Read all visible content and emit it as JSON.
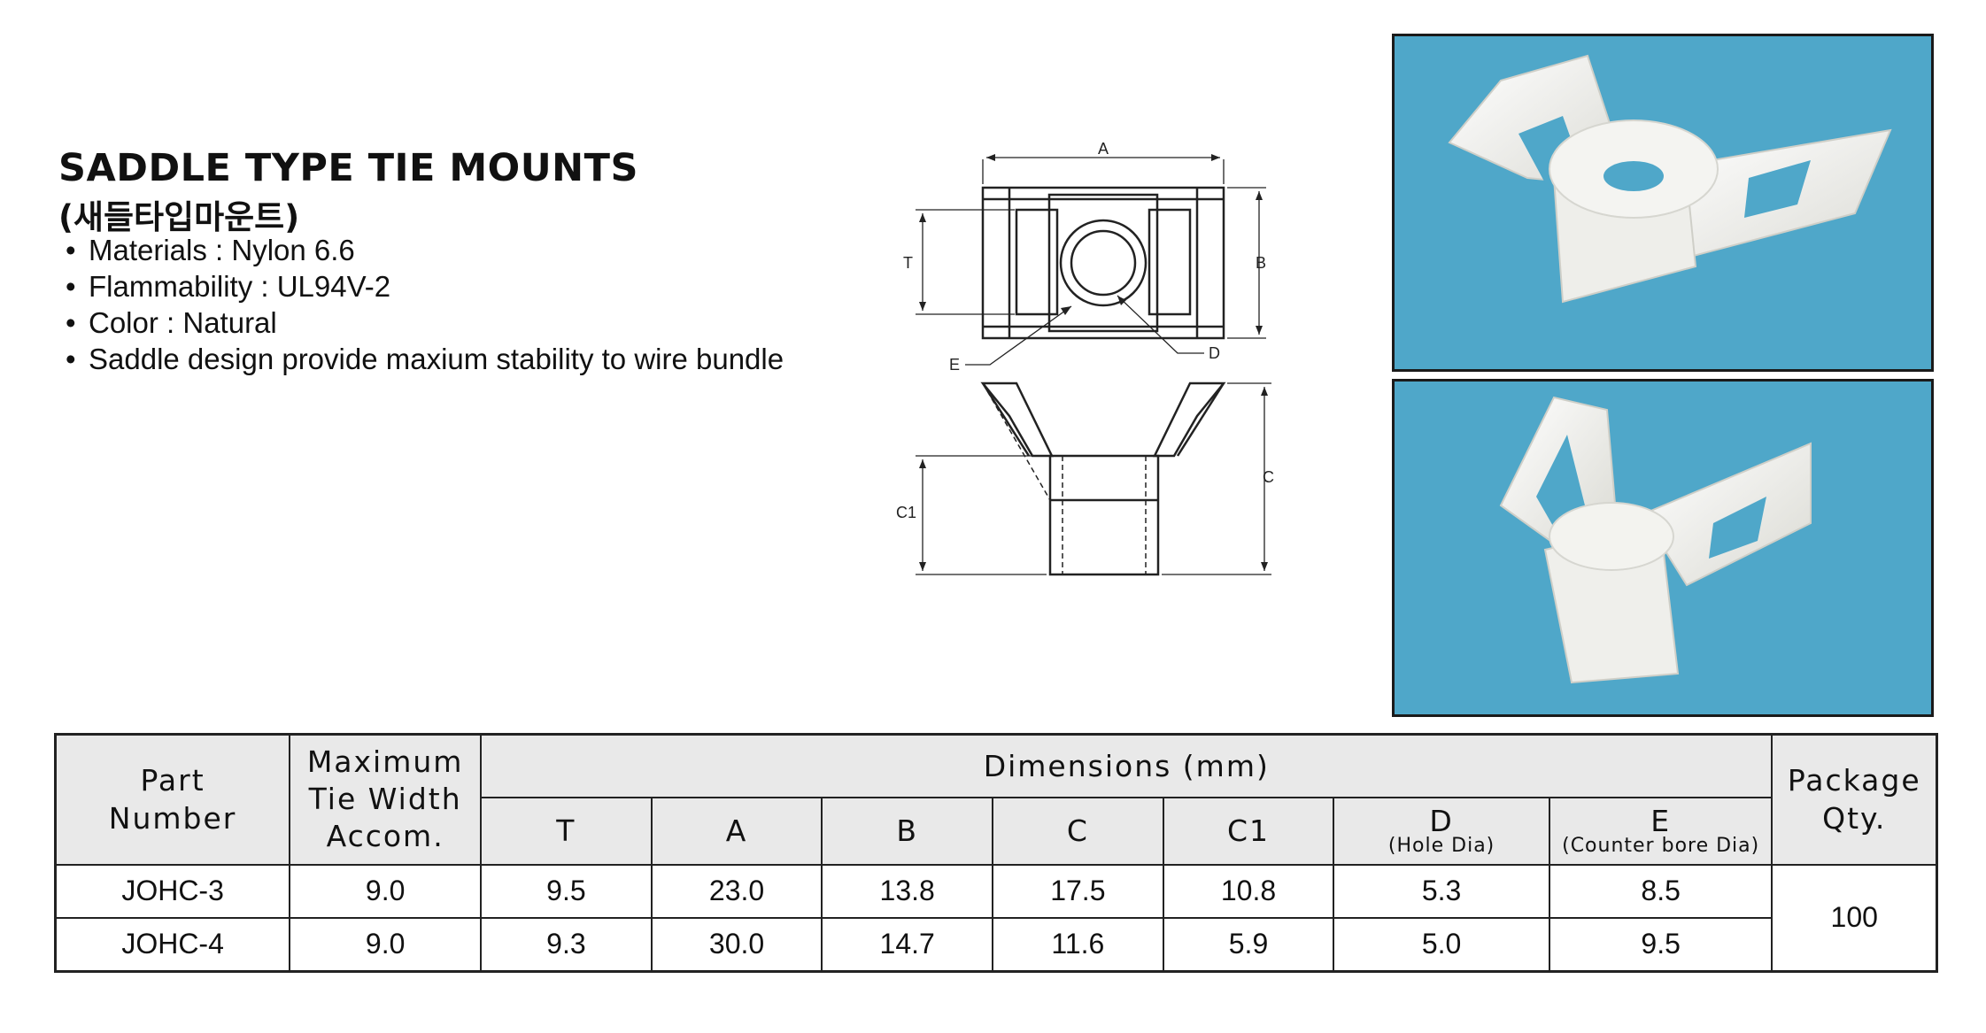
{
  "heading": {
    "title": "SADDLE TYPE TIE MOUNTS",
    "subtitle": "(새들타입마운트)"
  },
  "specs": [
    "Materials : Nylon 6.6",
    "Flammability : UL94V-2",
    "Color : Natural",
    "Saddle design provide maxium stability to wire bundle"
  ],
  "drawing_labels": {
    "a": "A",
    "b": "B",
    "t": "T",
    "e": "E",
    "d": "D",
    "c": "C",
    "c1": "C1"
  },
  "table": {
    "headers": {
      "part_number": "Part Number",
      "part_line1": "Part",
      "part_line2": "Number",
      "max_line1": "Maximum",
      "max_line2": "Tie Width",
      "max_line3": "Accom.",
      "dimensions": "Dimensions (mm)",
      "pkg_line1": "Package",
      "pkg_line2": "Qty.",
      "t": "T",
      "a": "A",
      "b": "B",
      "c": "C",
      "c1": "C1",
      "d": "D",
      "d_sub": "(Hole Dia)",
      "e": "E",
      "e_sub": "(Counter bore Dia)"
    },
    "rows": [
      {
        "part": "JOHC-3",
        "max": "9.0",
        "t": "9.5",
        "a": "23.0",
        "b": "13.8",
        "c": "17.5",
        "c1": "10.8",
        "d": "5.3",
        "e": "8.5"
      },
      {
        "part": "JOHC-4",
        "max": "9.0",
        "t": "9.3",
        "a": "30.0",
        "b": "14.7",
        "c": "11.6",
        "c1": "5.9",
        "d": "5.0",
        "e": "9.5"
      }
    ],
    "package_qty": "100"
  },
  "colors": {
    "photo_background": "#4fa7c9",
    "part_color": "#f1f1ee",
    "header_fill": "#e9e9e9"
  }
}
